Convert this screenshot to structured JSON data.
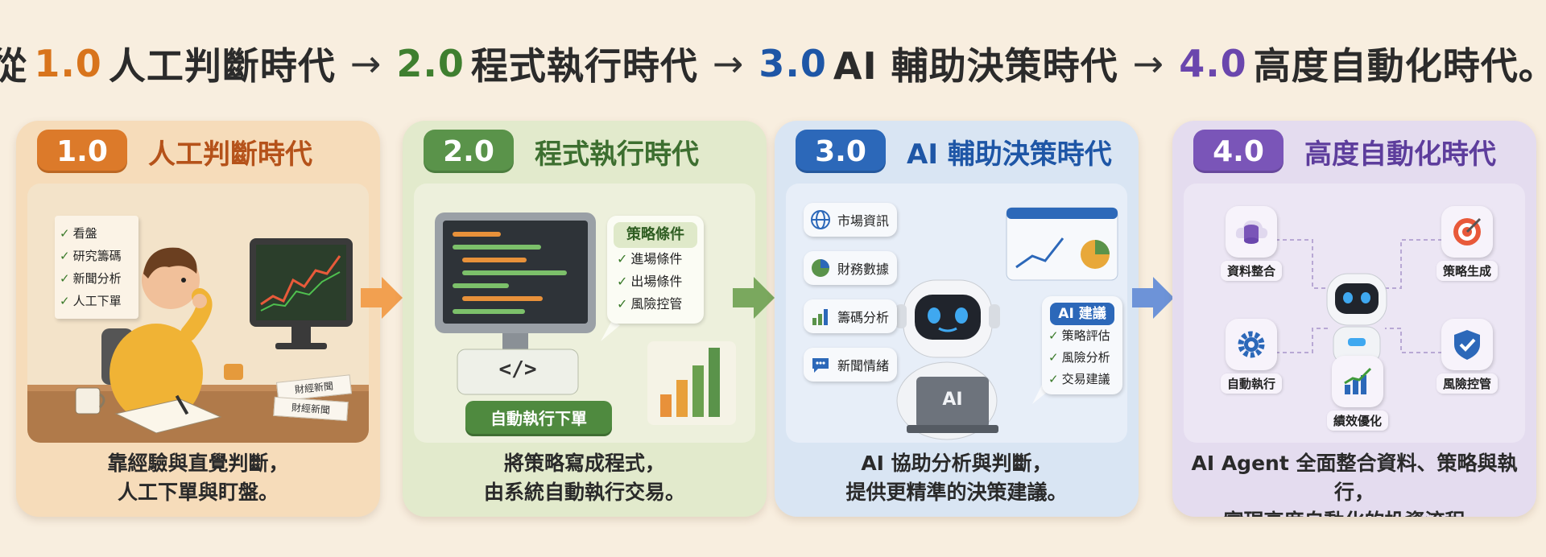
{
  "headline": {
    "prefix": "從",
    "stage1_num": "1.0",
    "stage1_name": "人工判斷時代",
    "stage2_num": "2.0",
    "stage2_name": "程式執行時代",
    "stage3_num": "3.0",
    "stage3_name": "AI 輔助決策時代",
    "stage4_num": "4.0",
    "stage4_name": "高度自動化時代。",
    "arrow": "→"
  },
  "colors": {
    "stage1": "#dc7a2a",
    "stage2": "#5a934a",
    "stage3": "#2c68b9",
    "stage4": "#7a55b8"
  },
  "panels": [
    {
      "badge": "1.0",
      "title": "人工判斷時代",
      "checklist": [
        "看盤",
        "研究籌碼",
        "新聞分析",
        "人工下單"
      ],
      "papers": [
        "財經新聞",
        "財經新聞"
      ],
      "desc_line1": "靠經驗與直覺判斷，",
      "desc_line2": "人工下單與盯盤。"
    },
    {
      "badge": "2.0",
      "title": "程式執行時代",
      "conditions_title": "策略條件",
      "conditions": [
        "進場條件",
        "出場條件",
        "風險控管"
      ],
      "code_symbol": "</>",
      "exec_button": "自動執行下單",
      "desc_line1": "將策略寫成程式，",
      "desc_line2": "由系統自動執行交易。"
    },
    {
      "badge": "3.0",
      "title": "AI 輔助決策時代",
      "inputs": [
        {
          "label": "市場資訊",
          "icon": "globe-icon"
        },
        {
          "label": "財務數據",
          "icon": "pie-chart-icon"
        },
        {
          "label": "籌碼分析",
          "icon": "bar-chart-icon"
        },
        {
          "label": "新聞情緒",
          "icon": "chat-bubble-icon"
        }
      ],
      "laptop_label": "AI",
      "advice_title": "AI 建議",
      "advice": [
        "策略評估",
        "風險分析",
        "交易建議"
      ],
      "desc_line1": "AI 協助分析與判斷，",
      "desc_line2": "提供更精準的決策建議。"
    },
    {
      "badge": "4.0",
      "title": "高度自動化時代",
      "nodes": [
        {
          "label": "資料整合",
          "icon": "database-cloud-icon"
        },
        {
          "label": "策略生成",
          "icon": "target-icon"
        },
        {
          "label": "自動執行",
          "icon": "gear-icon"
        },
        {
          "label": "績效優化",
          "icon": "growth-chart-icon"
        },
        {
          "label": "風險控管",
          "icon": "shield-check-icon"
        }
      ],
      "desc_line1": "AI Agent 全面整合資料、策略與執行，",
      "desc_line2": "實現高度自動化的投資流程。"
    }
  ]
}
